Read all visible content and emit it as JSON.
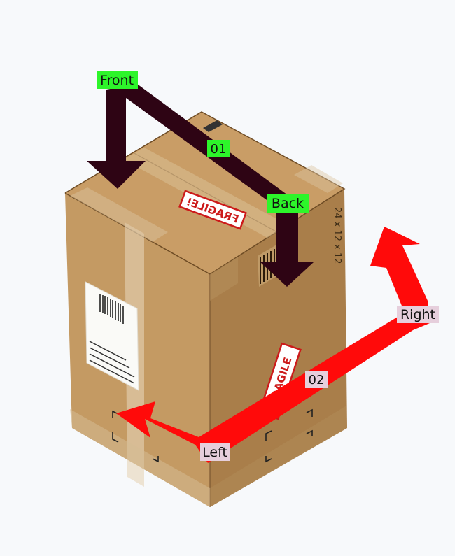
{
  "labels": {
    "front": "Front",
    "back": "Back",
    "step1": "01",
    "left": "Left",
    "right": "Right",
    "step2": "02"
  },
  "box": {
    "stamp_top": "FRAGILE!",
    "stamp_side": "FRAGILE",
    "dimensions": "24 x 12 x 12"
  },
  "colors": {
    "background": "#f7f9fb",
    "dark_arrow": "#2e0414",
    "red_arrow": "#ff0a0a",
    "green_label": "#2df52a",
    "pink_label": "#e6cfdc",
    "cardboard_top": "#c99d66",
    "cardboard_front": "#c49a63",
    "cardboard_side": "#a97e4a",
    "tape": "#e6d3b8"
  }
}
